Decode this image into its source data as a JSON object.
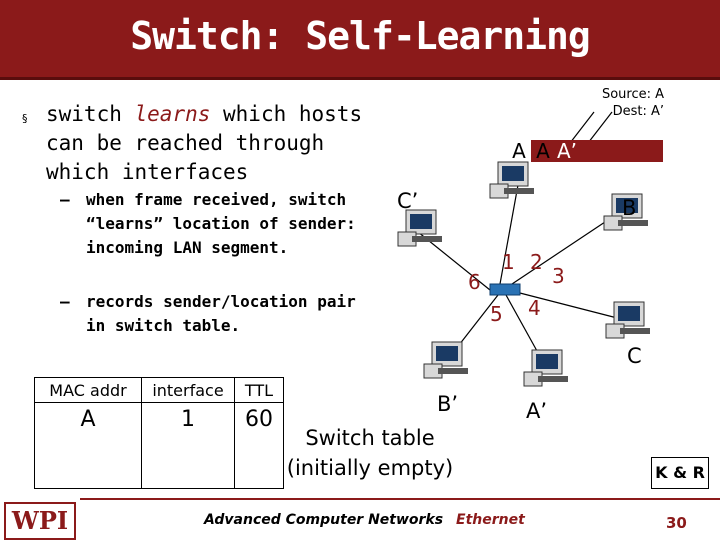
{
  "slide": {
    "title": "Switch: Self-Learning",
    "bullet_symbol": "§",
    "bullet_pre": "switch ",
    "bullet_em": "learns",
    "bullet_post": " which hosts can be reached through which interfaces",
    "sub1": "when frame received, switch “learns” location of sender: incoming LAN segment.",
    "sub2": "records sender/location pair in switch table."
  },
  "table": {
    "headers": [
      "MAC addr",
      "interface",
      "TTL"
    ],
    "row": [
      "A",
      "1",
      "60"
    ]
  },
  "caption": [
    "Switch table",
    "(initially empty)"
  ],
  "network": {
    "hosts": {
      "A": "A",
      "B": "B",
      "C": "C",
      "A_prime": "A’",
      "B_prime": "B’",
      "C_prime": "C’"
    },
    "ports": [
      "1",
      "2",
      "3",
      "4",
      "5",
      "6"
    ],
    "source_line": "Source: A",
    "dest_line": "Dest: A’",
    "frame": [
      "A",
      "A",
      "A’"
    ]
  },
  "footer": {
    "logo": "WPI",
    "course": "Advanced Computer Networks",
    "topic": "Ethernet",
    "credit": "K & R",
    "page": "30"
  },
  "colors": {
    "accent": "#8b1a1a",
    "switch": "#2a72b4",
    "monitor": "#d8d8d8",
    "screen": "#1a3a64"
  }
}
